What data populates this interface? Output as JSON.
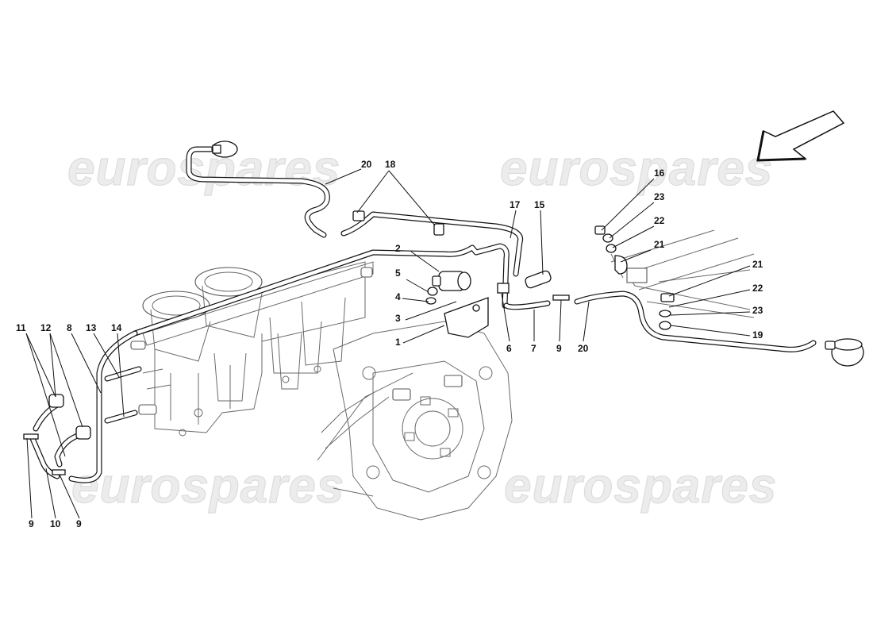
{
  "watermarks": [
    "eurospares",
    "eurospares",
    "eurospares",
    "eurospares"
  ],
  "callouts": [
    "20",
    "18",
    "17",
    "15",
    "16",
    "23",
    "22",
    "21",
    "2",
    "5",
    "4",
    "3",
    "1",
    "6",
    "7",
    "9",
    "20",
    "21",
    "22",
    "23",
    "19",
    "11",
    "12",
    "8",
    "13",
    "14",
    "9",
    "10",
    "9"
  ],
  "icons": {
    "direction_arrow": "direction-arrow-icon"
  }
}
